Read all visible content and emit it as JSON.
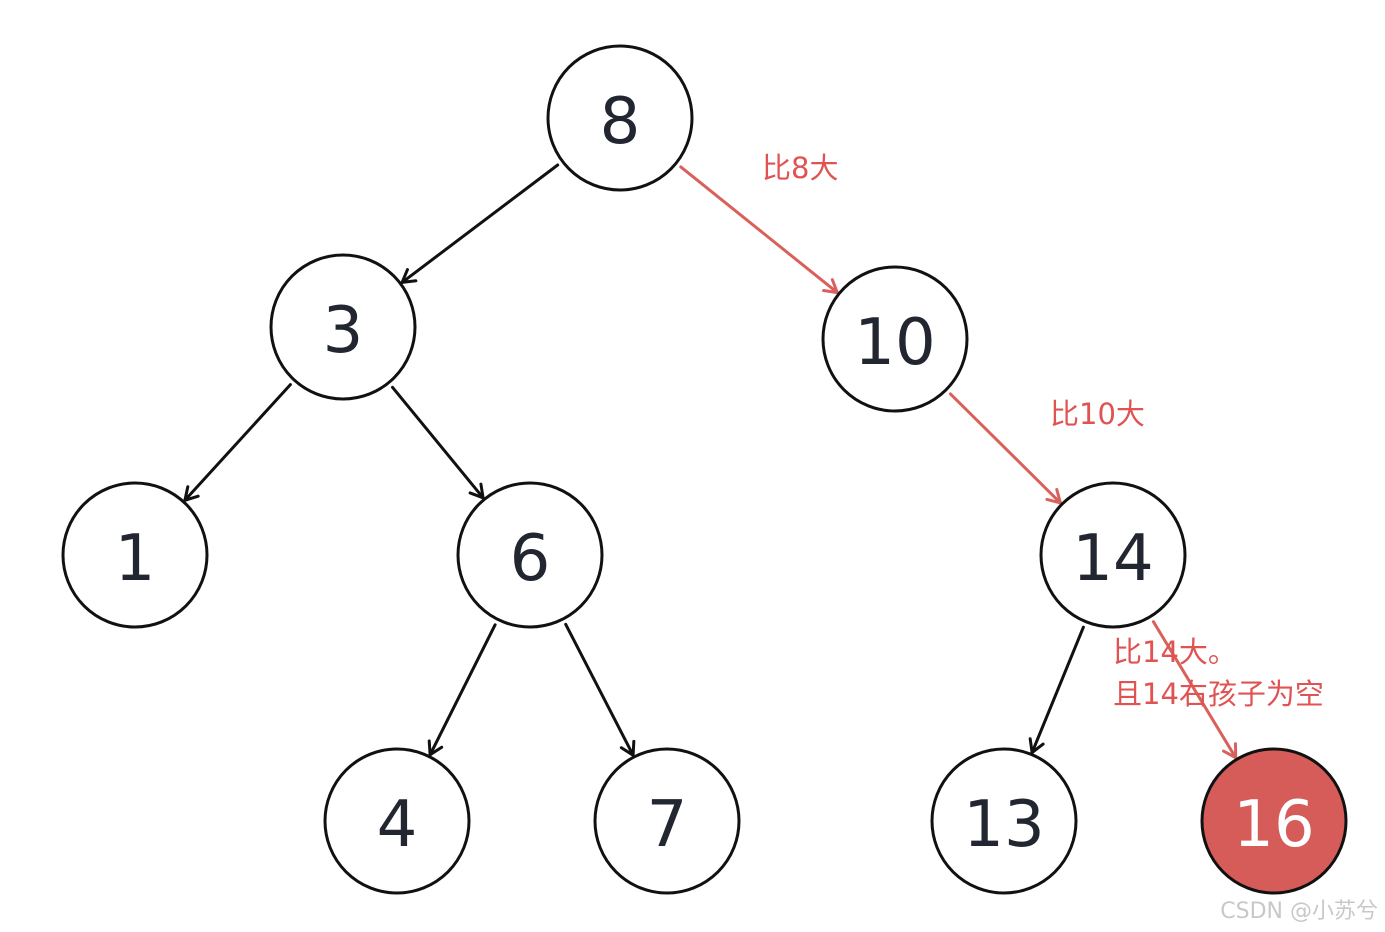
{
  "diagram": {
    "colors": {
      "edge": "#111111",
      "path_edge": "#d9615c",
      "node_stroke": "#111111",
      "node_fill": "#ffffff",
      "node_text": "#222631",
      "highlight_fill": "#d65c5a",
      "highlight_text": "#ffffff",
      "annotation": "#e05353",
      "watermark": "#c8c8c8"
    },
    "nodes": [
      {
        "id": "n8",
        "label": "8"
      },
      {
        "id": "n3",
        "label": "3"
      },
      {
        "id": "n10",
        "label": "10"
      },
      {
        "id": "n1",
        "label": "1"
      },
      {
        "id": "n6",
        "label": "6"
      },
      {
        "id": "n14",
        "label": "14"
      },
      {
        "id": "n4",
        "label": "4"
      },
      {
        "id": "n7",
        "label": "7"
      },
      {
        "id": "n13",
        "label": "13"
      },
      {
        "id": "n16",
        "label": "16",
        "highlighted": true
      }
    ],
    "edges": [
      {
        "from": "n8",
        "to": "n3"
      },
      {
        "from": "n8",
        "to": "n10",
        "path": true
      },
      {
        "from": "n3",
        "to": "n1"
      },
      {
        "from": "n3",
        "to": "n6"
      },
      {
        "from": "n10",
        "to": "n14",
        "path": true
      },
      {
        "from": "n6",
        "to": "n4"
      },
      {
        "from": "n6",
        "to": "n7"
      },
      {
        "from": "n14",
        "to": "n13"
      },
      {
        "from": "n14",
        "to": "n16",
        "path": true
      }
    ],
    "annotations": {
      "gt8": "比8大",
      "gt10": "比10大",
      "gt14_line1": "比14大。",
      "gt14_line2": "且14右孩子为空"
    }
  },
  "watermark": "CSDN @小苏兮"
}
